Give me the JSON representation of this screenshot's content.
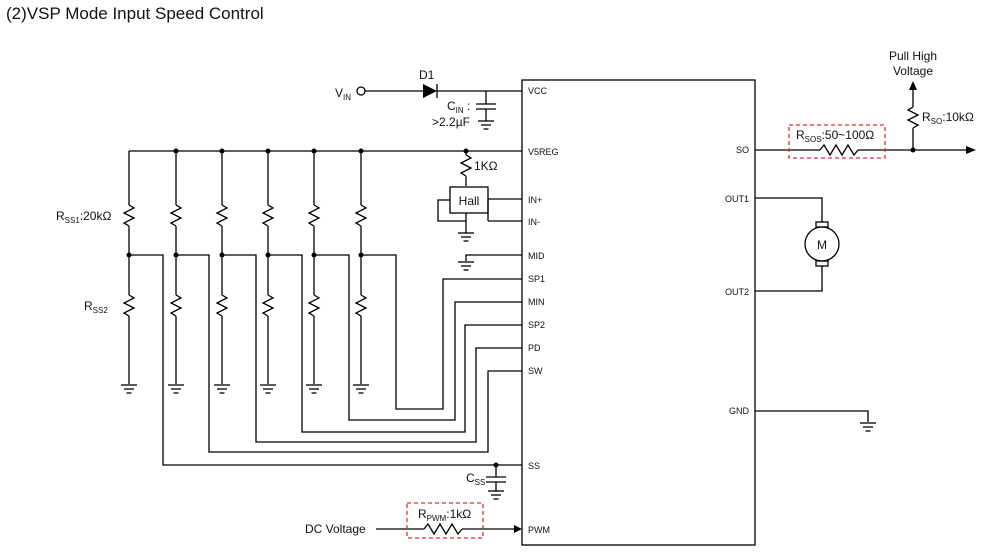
{
  "title": "(2)VSP Mode Input Speed Control",
  "ic": {
    "left_pins": [
      "VCC",
      "V5REG",
      "IN+",
      "IN-",
      "MID",
      "SP1",
      "MIN",
      "SP2",
      "PD",
      "SW",
      "SS",
      "PWM"
    ],
    "right_pins": [
      "SO",
      "OUT1",
      "OUT2",
      "GND"
    ]
  },
  "components": {
    "vin": {
      "main": "V",
      "sub": "IN"
    },
    "d1": "D1",
    "cin": {
      "main": "C",
      "sub": "IN",
      "suffix": " :",
      "value": ">2.2µF"
    },
    "r_hall": "1KΩ",
    "hall": "Hall",
    "rss1": {
      "main": "R",
      "sub": "SS1",
      "value": ":20kΩ"
    },
    "rss2": {
      "main": "R",
      "sub": "SS2"
    },
    "css": {
      "main": "C",
      "sub": "SS"
    },
    "rpwm": {
      "main": "R",
      "sub": "PWM",
      "value": ":1kΩ"
    },
    "dc_voltage": "DC Voltage",
    "rsos": {
      "main": "R",
      "sub": "SOS",
      "value": ":50~100Ω"
    },
    "rso": {
      "main": "R",
      "sub": "SO",
      "value": ":10kΩ"
    },
    "pull_high": [
      "Pull High",
      "Voltage"
    ],
    "motor": "M"
  }
}
